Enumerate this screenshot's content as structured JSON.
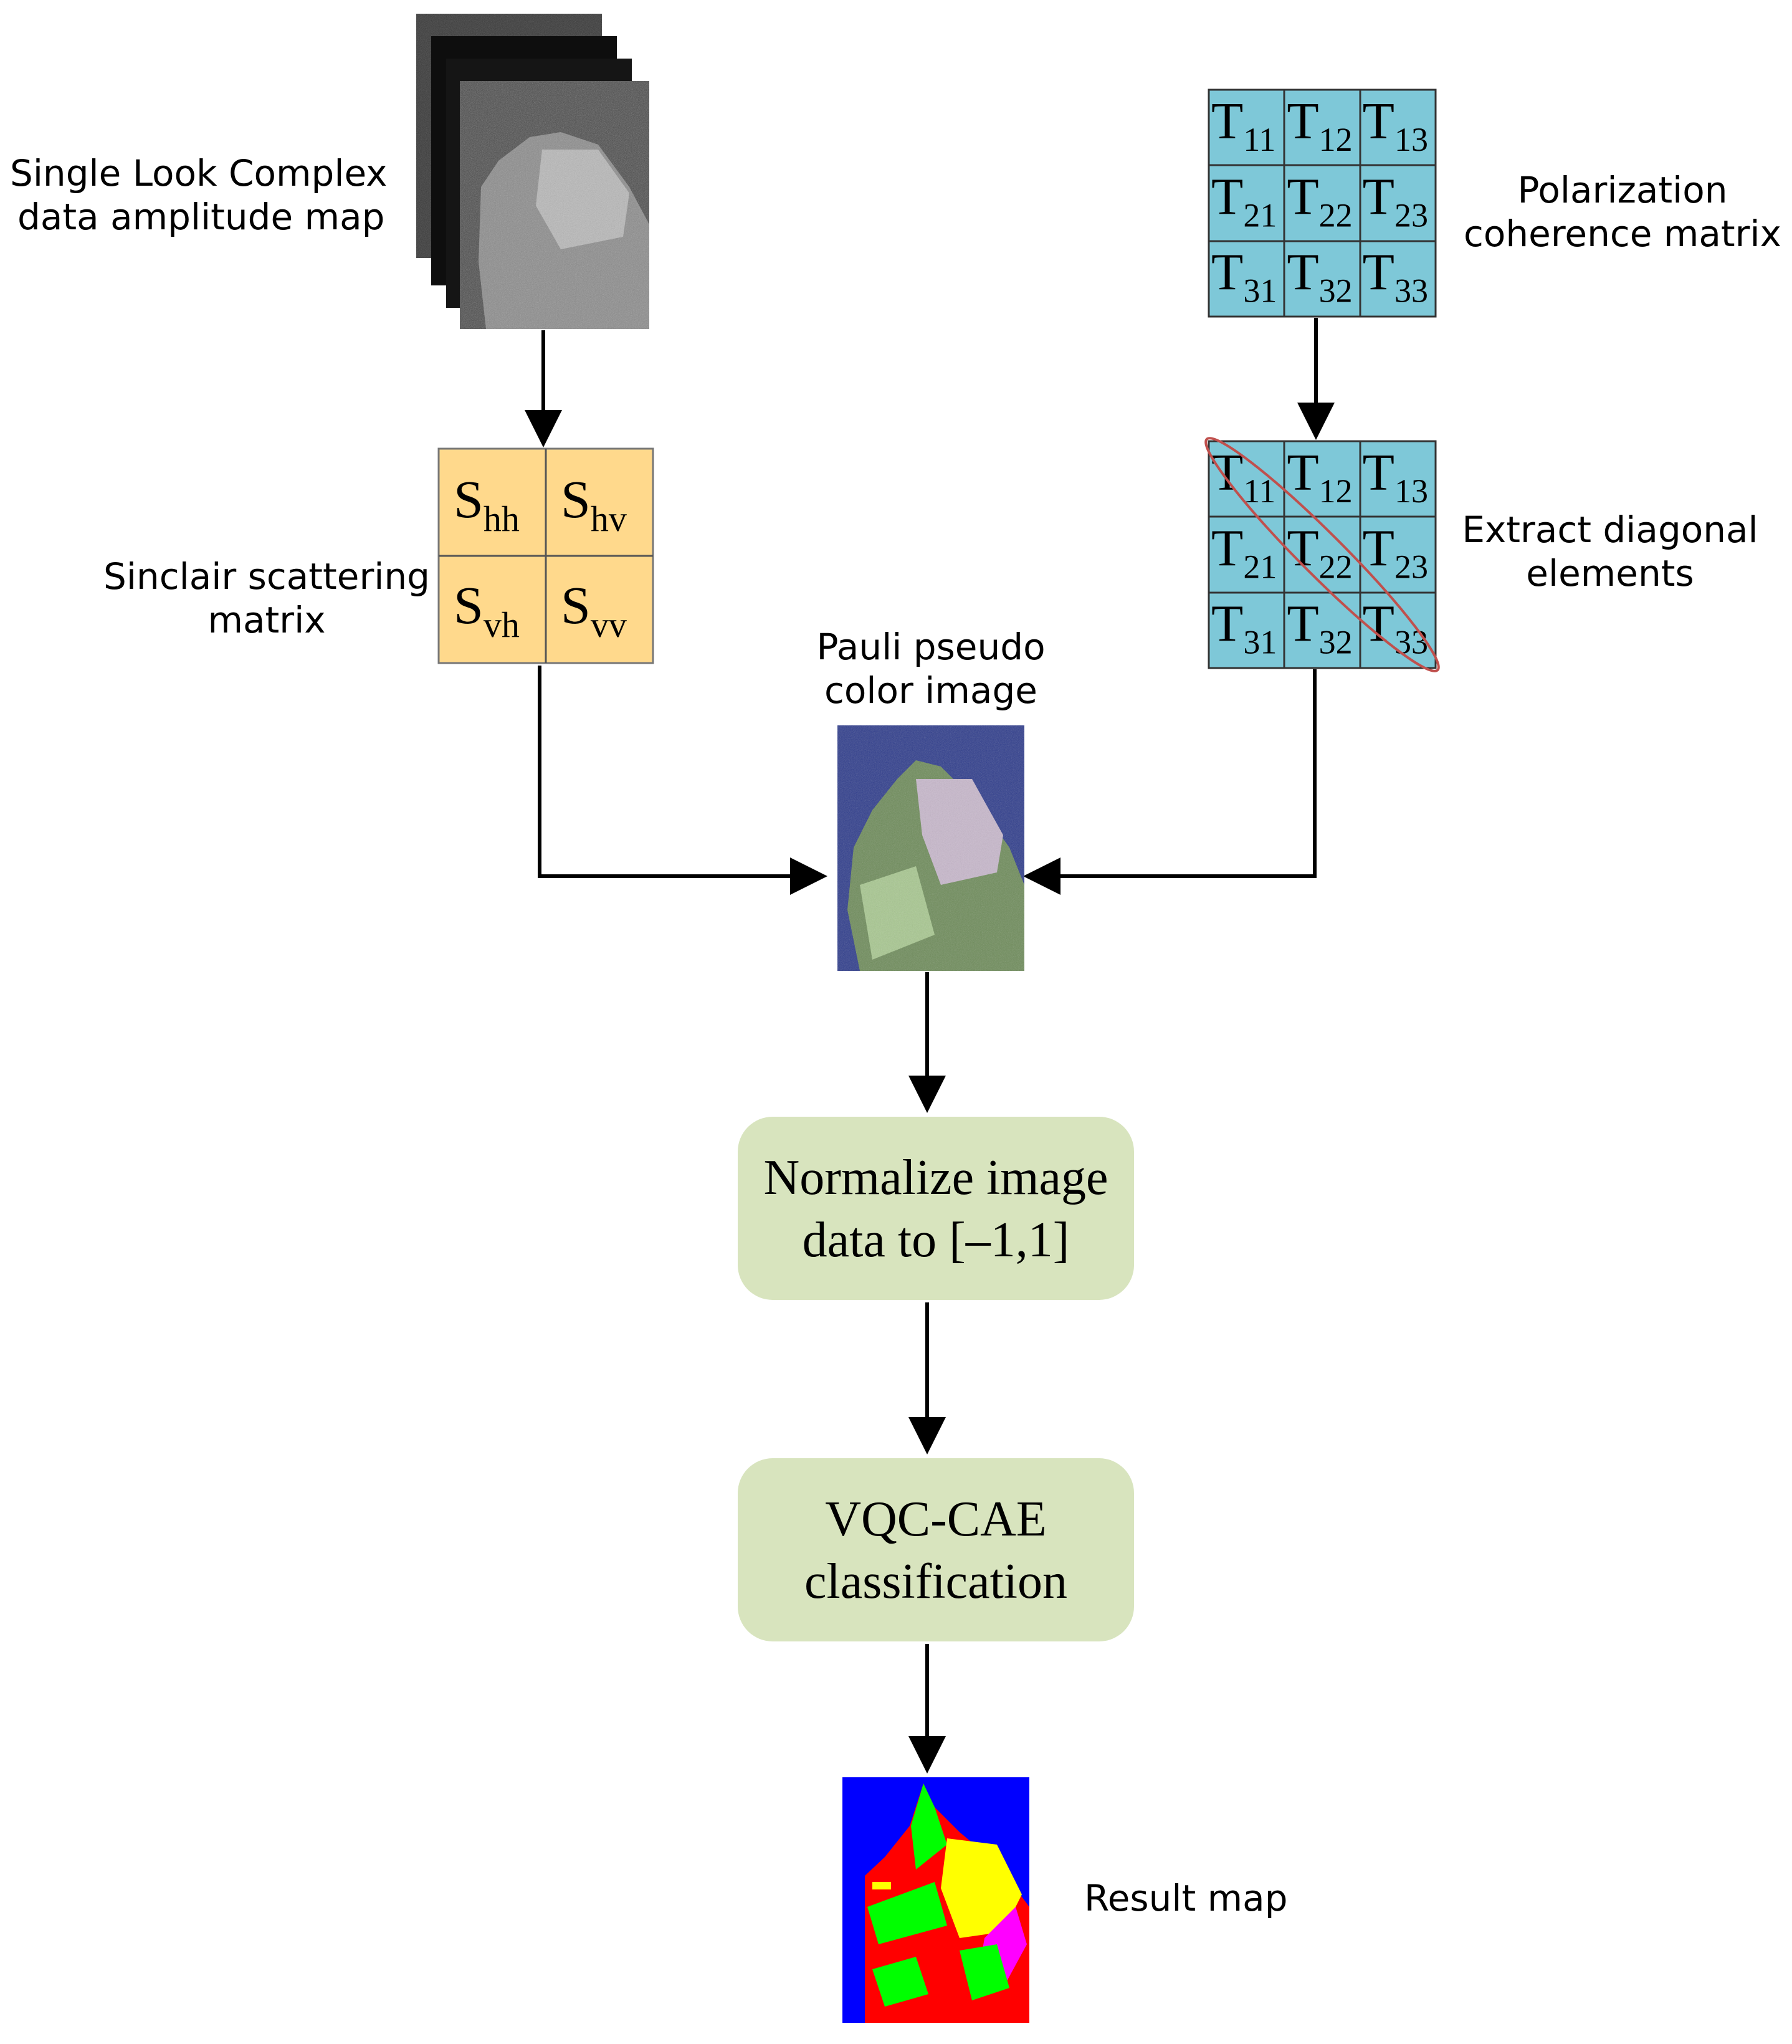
{
  "labels": {
    "slc_line1": "Single Look Complex",
    "slc_line2": "data amplitude map",
    "sinclair_line1": "Sinclair scattering",
    "sinclair_line2": "matrix",
    "coherence_line1": "Polarization",
    "coherence_line2": "coherence matrix",
    "extract_line1": "Extract diagonal",
    "extract_line2": "elements",
    "pauli_line1": "Pauli pseudo",
    "pauli_line2": "color image",
    "result": "Result map"
  },
  "sinclair": {
    "cells": [
      {
        "base": "S",
        "sub": "hh"
      },
      {
        "base": "S",
        "sub": "hv"
      },
      {
        "base": "S",
        "sub": "vh"
      },
      {
        "base": "S",
        "sub": "vv"
      }
    ]
  },
  "coherence": {
    "cells": [
      {
        "base": "T",
        "sub": "11"
      },
      {
        "base": "T",
        "sub": "12"
      },
      {
        "base": "T",
        "sub": "13"
      },
      {
        "base": "T",
        "sub": "21"
      },
      {
        "base": "T",
        "sub": "22"
      },
      {
        "base": "T",
        "sub": "23"
      },
      {
        "base": "T",
        "sub": "31"
      },
      {
        "base": "T",
        "sub": "32"
      },
      {
        "base": "T",
        "sub": "33"
      }
    ]
  },
  "process": {
    "normalize_line1": "Normalize image",
    "normalize_line2": "data to [–1,1]",
    "classify_line1": "VQC-CAE",
    "classify_line2": "classification"
  },
  "colors": {
    "sinclair_fill": "#FFD98C",
    "matrix_fill": "#7EC8D8",
    "process_fill": "#D8E4BE",
    "diagonal_ellipse": "#C0504D",
    "arrow": "#000000"
  }
}
